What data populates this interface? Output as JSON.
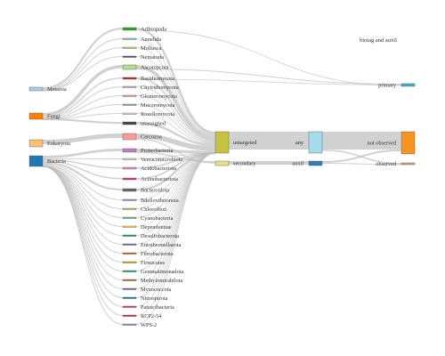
{
  "diagram": {
    "type": "sankey",
    "annotation": "biotag and auxil",
    "nodes": {
      "kingdom": [
        {
          "id": "Metazoa",
          "label": "Metazoa",
          "color": "#a6cee3"
        },
        {
          "id": "Fungi",
          "label": "Fungi",
          "color": "#ff7f00"
        },
        {
          "id": "Eukaryota",
          "label": "Eukaryota",
          "color": "#fdbf6f"
        },
        {
          "id": "Bacteria",
          "label": "Bacteria",
          "color": "#1f78b4"
        }
      ],
      "phylum": [
        {
          "id": "Arthropoda",
          "label": "Arthropoda",
          "color": "#33a02c"
        },
        {
          "id": "Annelida",
          "label": "Annelida",
          "color": "#8dd3c7"
        },
        {
          "id": "Mollusca",
          "label": "Mollusca",
          "color": "#b3de69"
        },
        {
          "id": "Nematoda",
          "label": "Nematoda",
          "color": "#6a3d9a"
        },
        {
          "id": "Ascomycota",
          "label": "Ascomycota",
          "color": "#b2df8a"
        },
        {
          "id": "Basidiomycota",
          "label": "Basidiomycota",
          "color": "#e31a1c"
        },
        {
          "id": "Chytridiomycota",
          "label": "Chytridiomycota",
          "color": "#cab2d6"
        },
        {
          "id": "Glomeromycota",
          "label": "Glomeromycota",
          "color": "#fb9a99"
        },
        {
          "id": "Mucoromycota",
          "label": "Mucoromycota",
          "color": "#80b1d3"
        },
        {
          "id": "Rozellomycota",
          "label": "Rozellomycota",
          "color": "#fccde5"
        },
        {
          "id": "unassigned",
          "label": "unassigned",
          "color": "#444444"
        },
        {
          "id": "Cercozoa",
          "label": "Cercozoa",
          "color": "#fb9a99"
        },
        {
          "id": "Proteobacteria",
          "label": "Proteobacteria",
          "color": "#bc80bd"
        },
        {
          "id": "Verrucomicrobiota",
          "label": "Verrucomicrobiota",
          "color": "#d9d9d9"
        },
        {
          "id": "Acidobacteriota",
          "label": "Acidobacteriota",
          "color": "#e78ac3"
        },
        {
          "id": "Actinobacteriota",
          "label": "Actinobacteriota",
          "color": "#e7298a"
        },
        {
          "id": "Bacteroidota",
          "label": "Bacteroidota",
          "color": "#666666"
        },
        {
          "id": "Bdellovibrionota",
          "label": "Bdellovibrionota",
          "color": "#8da0cb"
        },
        {
          "id": "Chloroflexi",
          "label": "Chloroflexi",
          "color": "#a6d854"
        },
        {
          "id": "Cyanobacteria",
          "label": "Cyanobacteria",
          "color": "#66c2a5"
        },
        {
          "id": "Dependentiae",
          "label": "Dependentiae",
          "color": "#ffd92f"
        },
        {
          "id": "Desulfobacterota",
          "label": "Desulfobacterota",
          "color": "#1b9e77"
        },
        {
          "id": "Entotheonellaeota",
          "label": "Entotheonellaeota",
          "color": "#7570b3"
        },
        {
          "id": "Fibrobacterota",
          "label": "Fibrobacterota",
          "color": "#d95f02"
        },
        {
          "id": "Firmicutes",
          "label": "Firmicutes",
          "color": "#e6ab02"
        },
        {
          "id": "Gemmatimonadota",
          "label": "Gemmatimonadota",
          "color": "#1b9e77"
        },
        {
          "id": "Methylomirabilota",
          "label": "Methylomirabilota",
          "color": "#a6761d"
        },
        {
          "id": "Myxococcota",
          "label": "Myxococcota",
          "color": "#7570b3"
        },
        {
          "id": "Nitrospirota",
          "label": "Nitrospirota",
          "color": "#1f78b4"
        },
        {
          "id": "Patescibacteria",
          "label": "Patescibacteria",
          "color": "#e7298a"
        },
        {
          "id": "RCP2-54",
          "label": "RCP2-54",
          "color": "#e31a1c"
        },
        {
          "id": "WPS-2",
          "label": "WPS-2",
          "color": "#999999"
        }
      ],
      "status": [
        {
          "id": "untargeted",
          "label": "untargeted",
          "color": "#c5c43d"
        },
        {
          "id": "secondary",
          "label": "secondary",
          "color": "#e6e37d"
        }
      ],
      "auxil": [
        {
          "id": "any",
          "label": "any",
          "color": "#a6dcea"
        },
        {
          "id": "auxil",
          "label": "auxil",
          "color": "#2c7fb8"
        }
      ],
      "biotag": [
        {
          "id": "primary",
          "label": "primary",
          "color": "#39b3c7"
        },
        {
          "id": "not observed",
          "label": "not observed",
          "color": "#f7941d"
        },
        {
          "id": "observed",
          "label": "observed",
          "color": "#d9a070"
        }
      ]
    }
  }
}
